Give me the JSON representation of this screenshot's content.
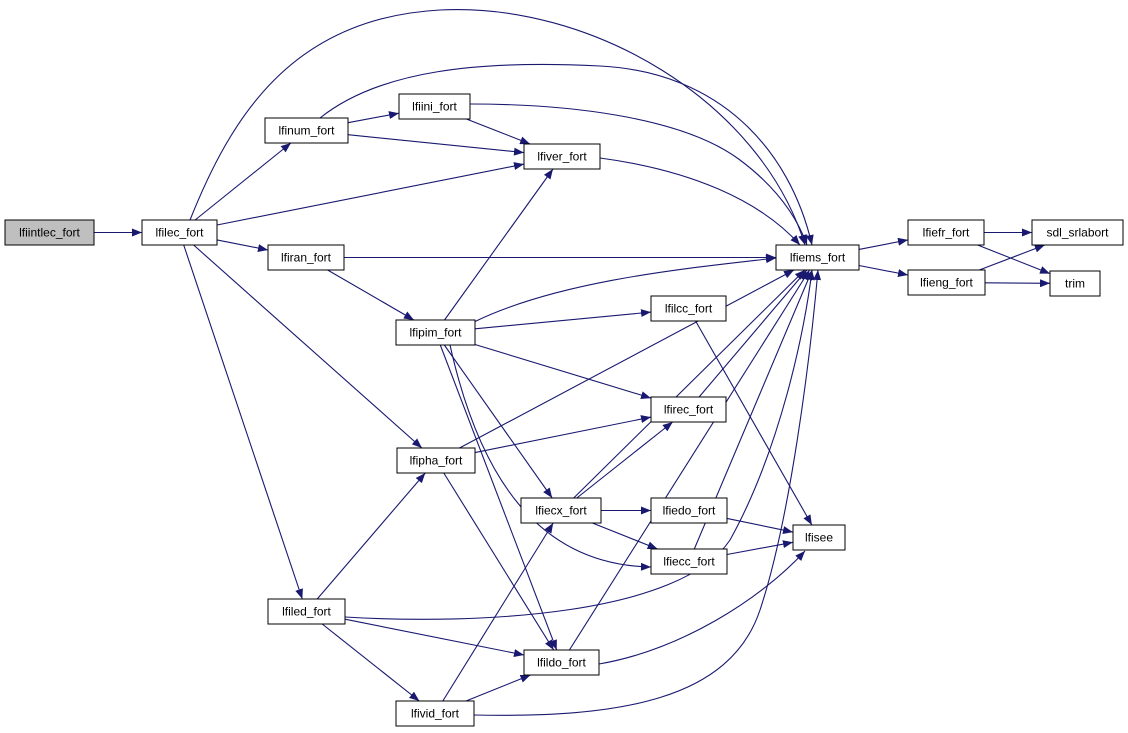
{
  "graph": {
    "colors": {
      "edge": "#191970",
      "node_fill": "#ffffff",
      "root_fill": "#bfbfbf",
      "border": "#000000"
    },
    "nodes": [
      {
        "id": "lfiintlec_fort",
        "label": "lfiintlec_fort",
        "root": true
      },
      {
        "id": "lfilec_fort",
        "label": "lfilec_fort"
      },
      {
        "id": "lfinum_fort",
        "label": "lfinum_fort"
      },
      {
        "id": "lfiini_fort",
        "label": "lfiini_fort"
      },
      {
        "id": "lfiver_fort",
        "label": "lfiver_fort"
      },
      {
        "id": "lfiran_fort",
        "label": "lfiran_fort"
      },
      {
        "id": "lfipim_fort",
        "label": "lfipim_fort"
      },
      {
        "id": "lfipha_fort",
        "label": "lfipha_fort"
      },
      {
        "id": "lfiled_fort",
        "label": "lfiled_fort"
      },
      {
        "id": "lfivid_fort",
        "label": "lfivid_fort"
      },
      {
        "id": "lfiecx_fort",
        "label": "lfiecx_fort"
      },
      {
        "id": "lfildo_fort",
        "label": "lfildo_fort"
      },
      {
        "id": "lfilcc_fort",
        "label": "lfilcc_fort"
      },
      {
        "id": "lfirec_fort",
        "label": "lfirec_fort"
      },
      {
        "id": "lfiedo_fort",
        "label": "lfiedo_fort"
      },
      {
        "id": "lfiecc_fort",
        "label": "lfiecc_fort"
      },
      {
        "id": "lfiems_fort",
        "label": "lfiems_fort"
      },
      {
        "id": "lfisee",
        "label": "lfisee"
      },
      {
        "id": "lfiefr_fort",
        "label": "lfiefr_fort"
      },
      {
        "id": "lfieng_fort",
        "label": "lfieng_fort"
      },
      {
        "id": "sdl_srlabort",
        "label": "sdl_srlabort"
      },
      {
        "id": "trim",
        "label": "trim"
      }
    ],
    "edges": [
      {
        "from": "lfiintlec_fort",
        "to": "lfilec_fort"
      },
      {
        "from": "lfilec_fort",
        "to": "lfinum_fort"
      },
      {
        "from": "lfilec_fort",
        "to": "lfiver_fort"
      },
      {
        "from": "lfilec_fort",
        "to": "lfiran_fort"
      },
      {
        "from": "lfilec_fort",
        "to": "lfipha_fort"
      },
      {
        "from": "lfilec_fort",
        "to": "lfiled_fort"
      },
      {
        "from": "lfilec_fort",
        "to": "lfiems_fort"
      },
      {
        "from": "lfinum_fort",
        "to": "lfiini_fort"
      },
      {
        "from": "lfinum_fort",
        "to": "lfiver_fort"
      },
      {
        "from": "lfinum_fort",
        "to": "lfiems_fort"
      },
      {
        "from": "lfiini_fort",
        "to": "lfiver_fort"
      },
      {
        "from": "lfiini_fort",
        "to": "lfiems_fort"
      },
      {
        "from": "lfiver_fort",
        "to": "lfiems_fort"
      },
      {
        "from": "lfiran_fort",
        "to": "lfiems_fort"
      },
      {
        "from": "lfiran_fort",
        "to": "lfipim_fort"
      },
      {
        "from": "lfipim_fort",
        "to": "lfiver_fort"
      },
      {
        "from": "lfipim_fort",
        "to": "lfiems_fort"
      },
      {
        "from": "lfipim_fort",
        "to": "lfilcc_fort"
      },
      {
        "from": "lfipim_fort",
        "to": "lfirec_fort"
      },
      {
        "from": "lfipim_fort",
        "to": "lfiecx_fort"
      },
      {
        "from": "lfipim_fort",
        "to": "lfiecc_fort"
      },
      {
        "from": "lfipim_fort",
        "to": "lfildo_fort"
      },
      {
        "from": "lfipha_fort",
        "to": "lfiems_fort"
      },
      {
        "from": "lfipha_fort",
        "to": "lfirec_fort"
      },
      {
        "from": "lfipha_fort",
        "to": "lfildo_fort"
      },
      {
        "from": "lfiled_fort",
        "to": "lfipha_fort"
      },
      {
        "from": "lfiled_fort",
        "to": "lfiems_fort"
      },
      {
        "from": "lfiled_fort",
        "to": "lfildo_fort"
      },
      {
        "from": "lfiled_fort",
        "to": "lfivid_fort"
      },
      {
        "from": "lfivid_fort",
        "to": "lfiecx_fort"
      },
      {
        "from": "lfivid_fort",
        "to": "lfildo_fort"
      },
      {
        "from": "lfivid_fort",
        "to": "lfiems_fort"
      },
      {
        "from": "lfiecx_fort",
        "to": "lfirec_fort"
      },
      {
        "from": "lfiecx_fort",
        "to": "lfiedo_fort"
      },
      {
        "from": "lfiecx_fort",
        "to": "lfiecc_fort"
      },
      {
        "from": "lfiecx_fort",
        "to": "lfiems_fort"
      },
      {
        "from": "lfildo_fort",
        "to": "lfisee"
      },
      {
        "from": "lfildo_fort",
        "to": "lfiems_fort"
      },
      {
        "from": "lfilcc_fort",
        "to": "lfisee"
      },
      {
        "from": "lfirec_fort",
        "to": "lfiems_fort"
      },
      {
        "from": "lfiedo_fort",
        "to": "lfisee"
      },
      {
        "from": "lfiecc_fort",
        "to": "lfisee"
      },
      {
        "from": "lfiecc_fort",
        "to": "lfiems_fort"
      },
      {
        "from": "lfiems_fort",
        "to": "lfiefr_fort"
      },
      {
        "from": "lfiems_fort",
        "to": "lfieng_fort"
      },
      {
        "from": "lfiefr_fort",
        "to": "sdl_srlabort"
      },
      {
        "from": "lfiefr_fort",
        "to": "trim"
      },
      {
        "from": "lfieng_fort",
        "to": "sdl_srlabort"
      },
      {
        "from": "lfieng_fort",
        "to": "trim"
      }
    ]
  }
}
